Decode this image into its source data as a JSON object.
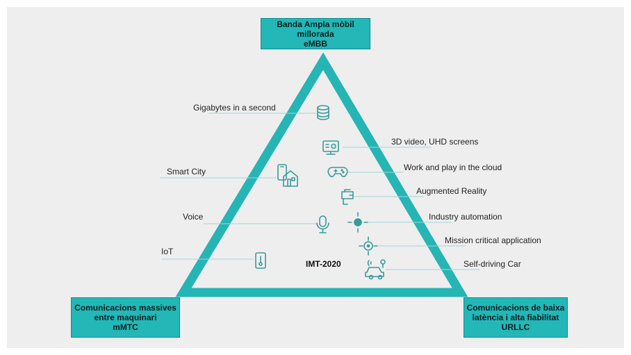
{
  "corners": {
    "embb": {
      "line1": "Banda Ampla mòbil millorada",
      "line2": "eMBB"
    },
    "mmtc": {
      "line1": "Comunicacions massives",
      "line2": "entre maquinari",
      "line3": "mMTC"
    },
    "urllc": {
      "line1": "Comunicacions de baixa",
      "line2": "latència i alta fiabilitat",
      "line3": "URLLC"
    }
  },
  "center_label": "IMT-2020",
  "left_items": [
    {
      "label": "Gigabytes in a second",
      "icon": "database-icon"
    },
    {
      "label": "Smart City",
      "icon": "smart-city-icon"
    },
    {
      "label": "Voice",
      "icon": "microphone-icon"
    },
    {
      "label": "IoT",
      "icon": "thermostat-icon"
    }
  ],
  "right_items": [
    {
      "label": "3D video, UHD screens",
      "icon": "monitor-icon"
    },
    {
      "label": "Work and play in the cloud",
      "icon": "gamepad-icon"
    },
    {
      "label": "Augmented Reality",
      "icon": "vr-headset-icon"
    },
    {
      "label": "Industry automation",
      "icon": "crosshair-icon"
    },
    {
      "label": "Mission critical application",
      "icon": "target-icon"
    },
    {
      "label": "Self-driving Car",
      "icon": "car-icon"
    }
  ],
  "colors": {
    "accent": "#23b7b7",
    "triangle": "#26b5b5",
    "background": "#eeeeee",
    "icon": "#3a9a9a"
  }
}
